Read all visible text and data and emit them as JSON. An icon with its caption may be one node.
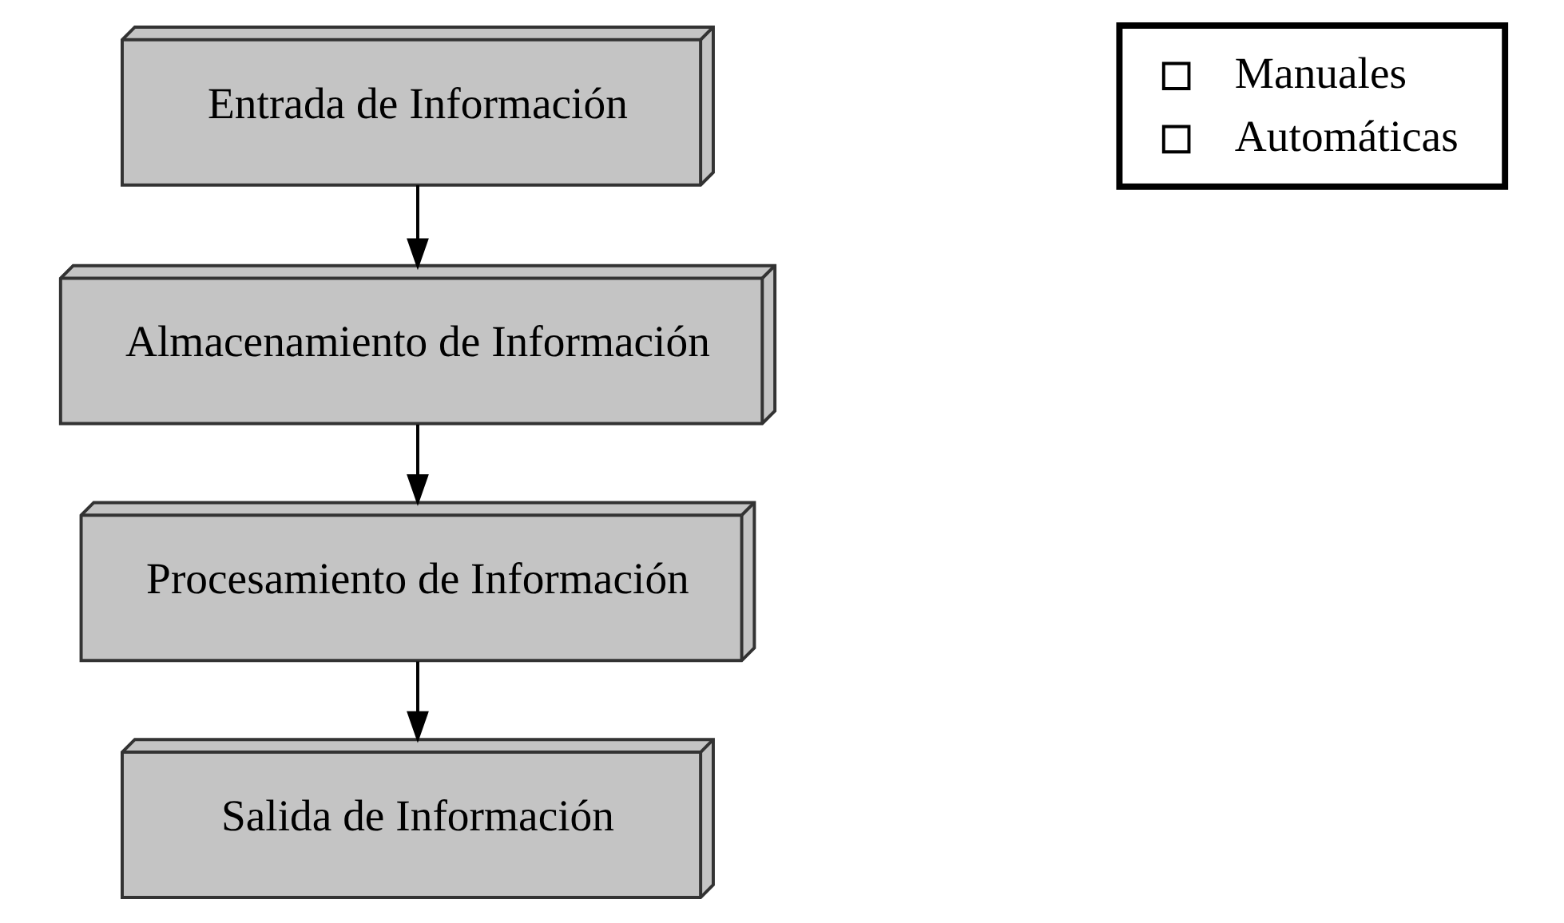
{
  "diagram": {
    "nodes": [
      {
        "text": [
          "Entrada de Información"
        ]
      },
      {
        "text": [
          "Almacenamiento de Información"
        ]
      },
      {
        "text": [
          "Procesamiento de Información"
        ]
      },
      {
        "text": [
          "Salida de Información"
        ]
      },
      {
        "text": [
          "Manuales",
          "Automáticas"
        ]
      }
    ],
    "edges": [
      {
        "from": 0,
        "to": 1,
        "arrow": "to"
      },
      {
        "from": 1,
        "to": 2,
        "arrow": "to"
      },
      {
        "from": 2,
        "to": 3,
        "arrow": "to"
      }
    ]
  }
}
